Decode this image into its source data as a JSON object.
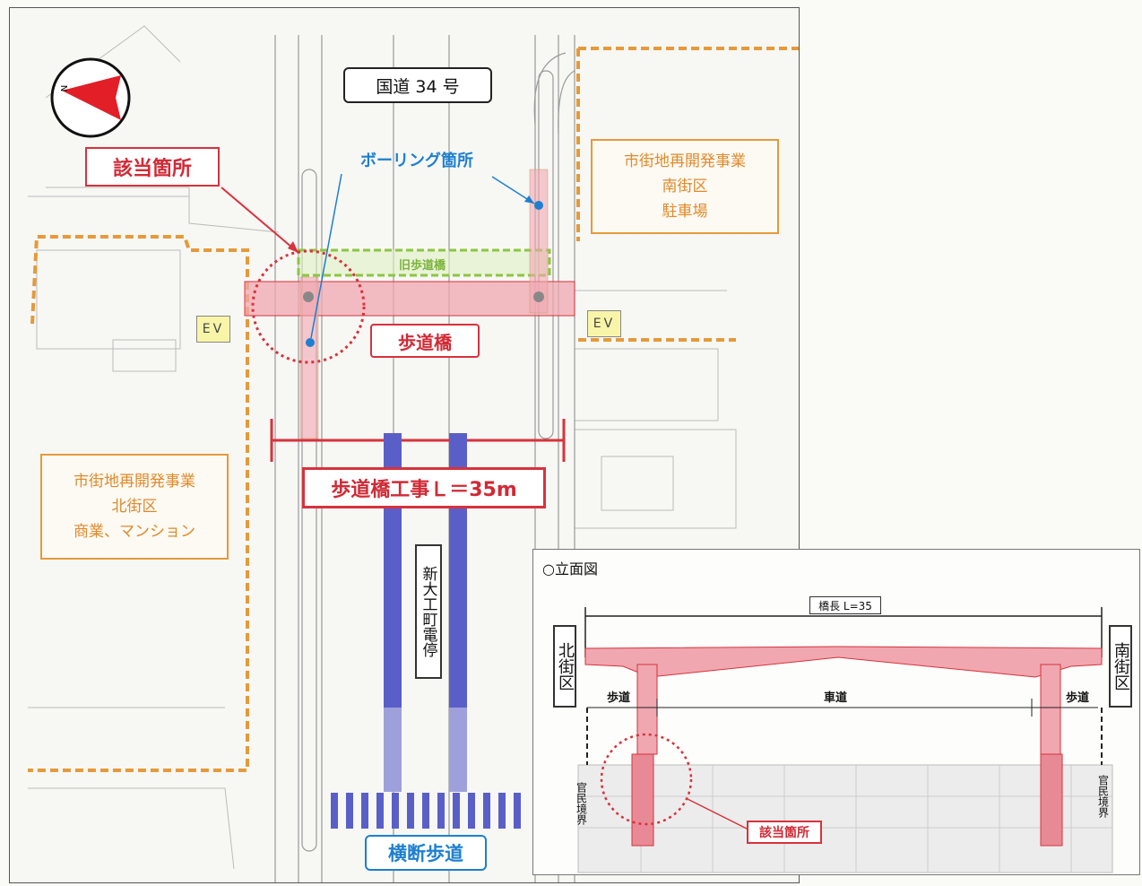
{
  "plan": {
    "road_label": "国道 34 号",
    "target_label": "該当箇所",
    "boring_label": "ボーリング箇所",
    "old_bridge_label": "旧歩道橋",
    "bridge_label": "歩道橋",
    "ev_left": "EV",
    "ev_right": "EV",
    "south_block": [
      "市街地再開発事業",
      "南街区",
      "駐車場"
    ],
    "north_block": [
      "市街地再開発事業",
      "北街区",
      "商業、マンション"
    ],
    "construction_label": "歩道橋工事Ｌ＝35m",
    "tram_stop_label": "新大工町電停",
    "crosswalk_label": "横断歩道",
    "compass_letter": "N"
  },
  "elevation": {
    "title": "○立面図",
    "span_label": "橋長 L=35",
    "north_label": "北街区",
    "south_label": "南街区",
    "sidewalk_left": "歩道",
    "carriageway": "車道",
    "sidewalk_right": "歩道",
    "boundary_left": "官民境界",
    "boundary_right": "官民境界",
    "target_label": "該当箇所"
  },
  "colors": {
    "accent_red": "#d8323c",
    "orange": "#e59a3a",
    "blue": "#1d7fd0",
    "bridge_pink": "#f0a7b0",
    "old_bridge_green": "#8cc63f",
    "tram_blue": "#5a5fc8"
  }
}
